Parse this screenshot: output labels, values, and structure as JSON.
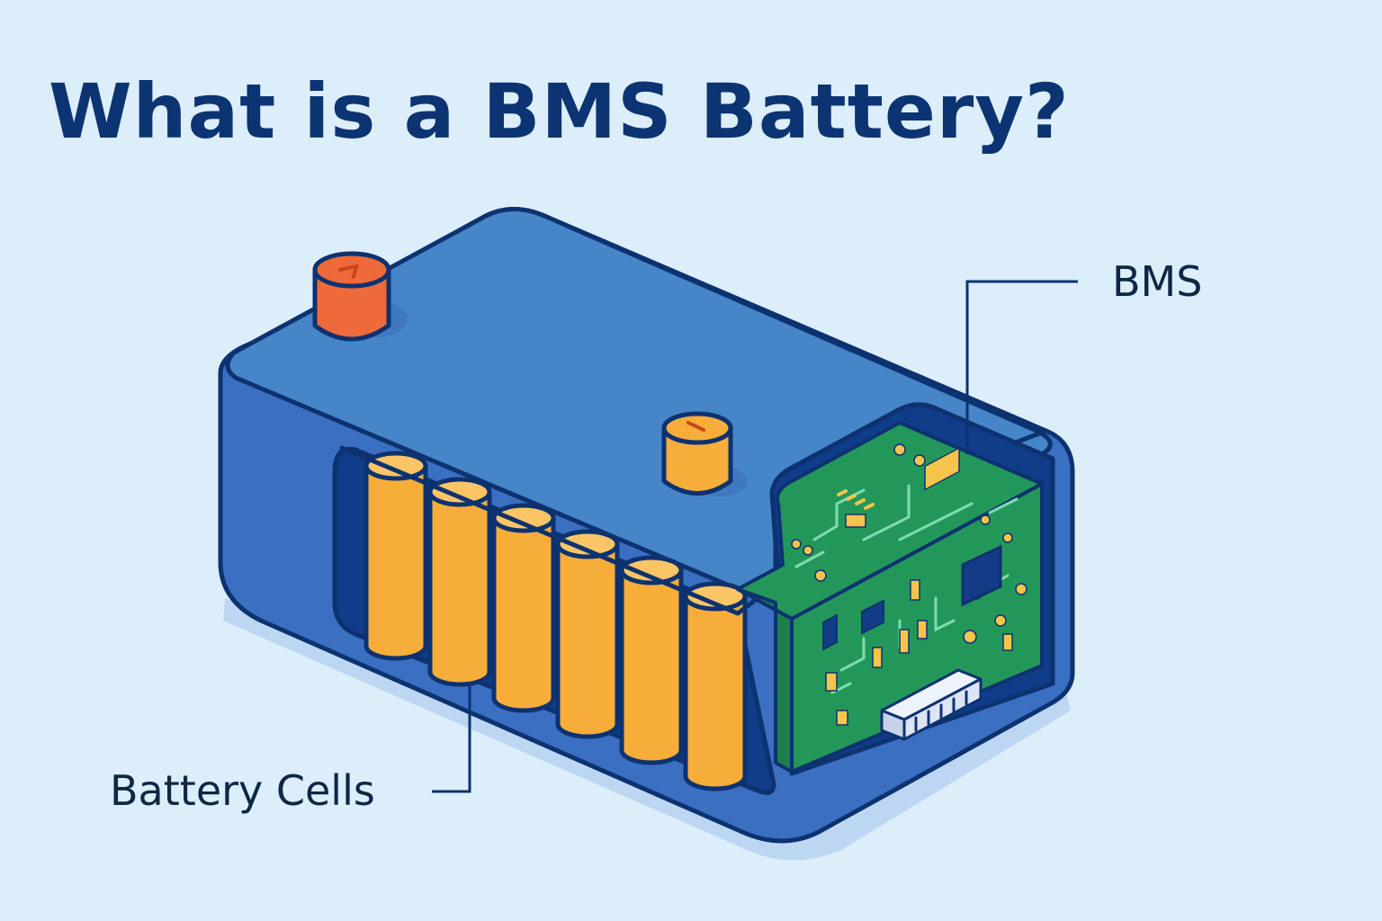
{
  "title": "What is a BMS Battery?",
  "labels": {
    "bms": "BMS",
    "cells": "Battery Cells"
  },
  "terminals": {
    "positive_color": "#ee6a3a",
    "negative_color": "#f7ad3a"
  },
  "colors": {
    "background": "#ddeefb",
    "title": "#0c3473",
    "outline": "#0d3270",
    "case_side": "#3a6fc2",
    "case_top": "#4585c8",
    "cavity": "#0f3d8a",
    "cell_fill": "#f7ad3a",
    "pcb_fill": "#23975a",
    "pcb_trace": "#7fdcb0",
    "pad": "#f6c44a"
  },
  "cell_count": 6,
  "icons": {
    "connector": "connector-icon",
    "chip": "chip-icon"
  }
}
